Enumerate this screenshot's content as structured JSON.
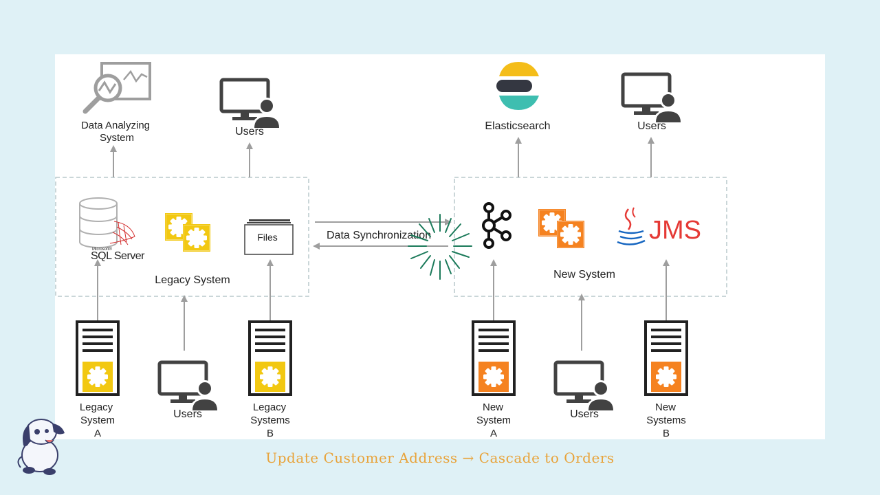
{
  "legacy": {
    "top_analyzing": [
      "Data Analyzing",
      "System"
    ],
    "top_users": "Users",
    "db_brand_small": "Microsoft®",
    "db_brand": "SQL Server",
    "files": "Files",
    "system_label": "Legacy System",
    "bottom_a": [
      "Legacy",
      "System",
      "A"
    ],
    "bottom_users": "Users",
    "bottom_b": [
      "Legacy",
      "Systems",
      "B"
    ]
  },
  "sync": {
    "label": "Data Synchronization"
  },
  "modern": {
    "top_search": "Elasticsearch",
    "top_users": "Users",
    "jms": "JMS",
    "system_label": "New System",
    "bottom_a": [
      "New",
      "System",
      "A"
    ],
    "bottom_users": "Users",
    "bottom_b": [
      "New",
      "Systems",
      "B"
    ]
  },
  "caption": "Update Customer Address → Cascade to Orders",
  "colors": {
    "background": "#dff1f6",
    "legacy_gear": "#f2c811",
    "new_gear": "#f58220",
    "jms_red": "#e53935",
    "caption": "#e8a33a",
    "burst_green": "#1b7a5a",
    "arrow_gray": "#9e9e9e",
    "dashed_border": "#b8c8cc"
  }
}
